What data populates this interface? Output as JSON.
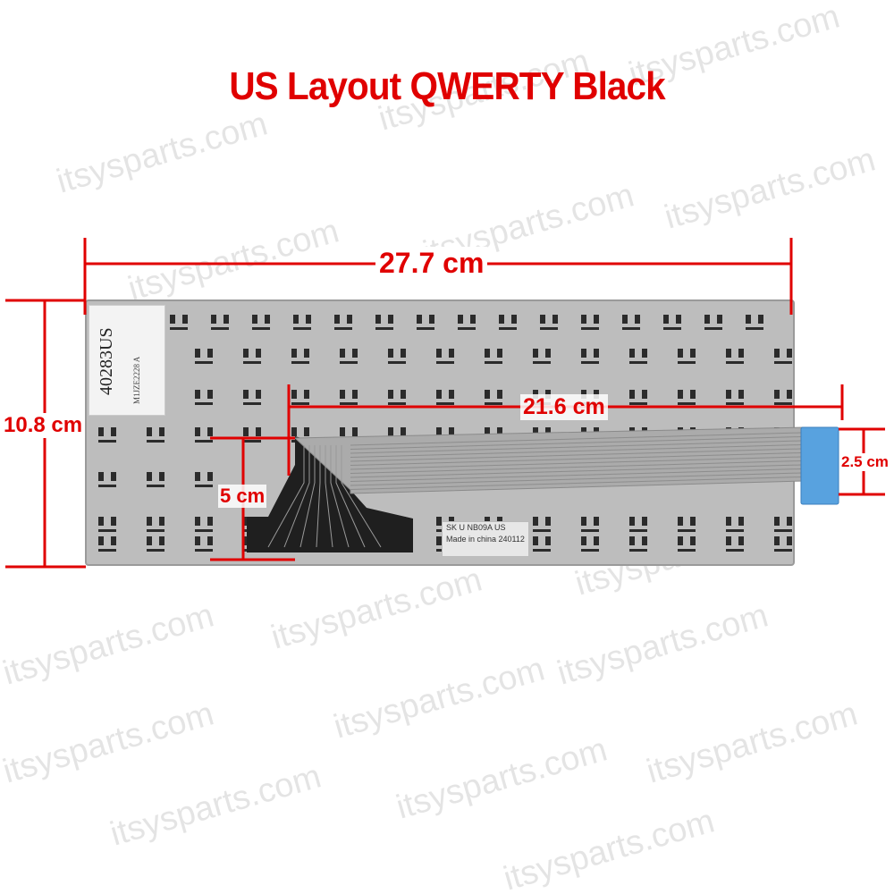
{
  "title": "US Layout QWERTY Black",
  "watermark_text": "itsysparts.com",
  "dimensions": {
    "width": "27.7 cm",
    "height": "10.8 cm",
    "cable_length": "21.6 cm",
    "cable_width": "2.5 cm",
    "cable_offset": "5 cm"
  },
  "sticker": {
    "code": "40283US",
    "sub": "M1JZE2228 A"
  },
  "cable_label": {
    "line1": "SK U NB09A US",
    "line2": "Made in china 240112"
  },
  "colors": {
    "dimension": "#e00000",
    "keyboard_plate": "#b9b9b9",
    "key_hole": "#2b2b2b",
    "cable": "#a9a9a9",
    "connector": "#5aa0dd"
  }
}
